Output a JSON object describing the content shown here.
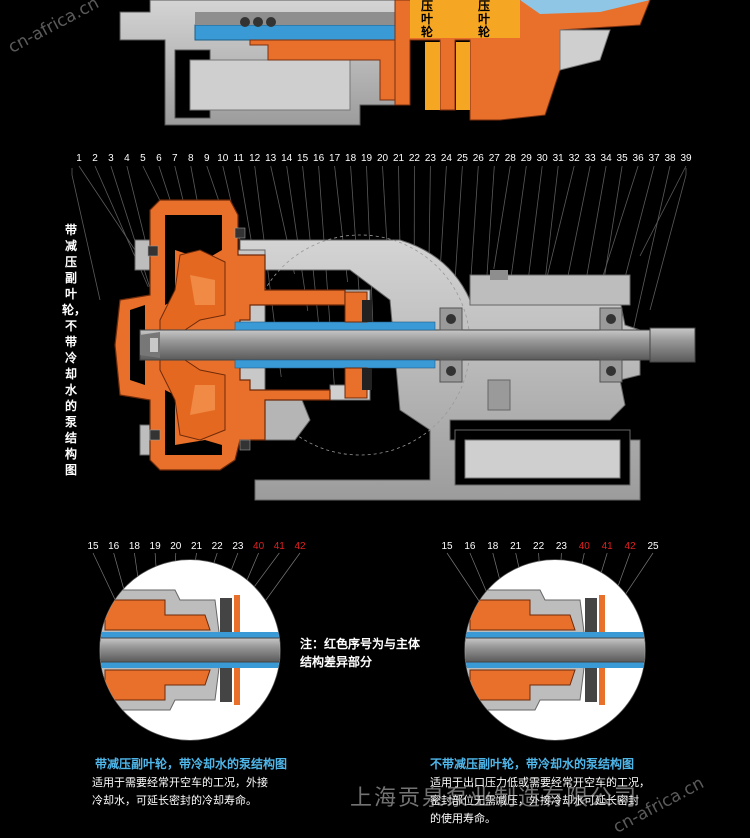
{
  "top_detail": {
    "impeller_label_1": "压叶轮",
    "impeller_label_2": "压叶轮"
  },
  "main_diagram": {
    "part_numbers": [
      "1",
      "2",
      "3",
      "4",
      "5",
      "6",
      "7",
      "8",
      "9",
      "10",
      "11",
      "12",
      "13",
      "14",
      "15",
      "16",
      "17",
      "18",
      "19",
      "20",
      "21",
      "22",
      "23",
      "24",
      "25",
      "26",
      "27",
      "28",
      "29",
      "30",
      "31",
      "32",
      "33",
      "34",
      "35",
      "36",
      "37",
      "38",
      "39"
    ],
    "side_caption": "带减压副叶轮，不带冷却水的泵结构图"
  },
  "detail_left": {
    "black_numbers": [
      "15",
      "16",
      "18",
      "19",
      "20",
      "21",
      "22",
      "23"
    ],
    "red_numbers": [
      "40",
      "41",
      "42"
    ],
    "title": "带减压副叶轮，带冷却水的泵结构图",
    "body_line1": "适用于需要经常开空车的工况，外接",
    "body_line2": "冷却水，可延长密封的冷却寿命。"
  },
  "detail_right": {
    "black_numbers": [
      "15",
      "16",
      "18",
      "21",
      "22",
      "23"
    ],
    "red_numbers": [
      "40",
      "41",
      "42"
    ],
    "extra_number": "25",
    "title": "不带减压副叶轮，带冷却水的泵结构图",
    "body_line1": "适用于出口压力低或需要经常开空车的工况，",
    "body_line2": "密封部位无需减压，外接冷却水可延长密封",
    "body_line3": "的使用寿命。"
  },
  "note": {
    "line1": "注：红色序号为与主体",
    "line2": "结构差异部分"
  },
  "watermarks": {
    "site_top_left": "cn-africa.cn",
    "site_top_right": "cn-africa.cn",
    "company": "上海贡泉泵业制造有限公司"
  },
  "colors": {
    "background": "#000000",
    "casing_orange": "#e8702a",
    "casing_gray": "#b8b8b8",
    "shaft_gray": "#8e8e8e",
    "sleeve_blue": "#3a9ad6",
    "title_blue": "#4fb6ea",
    "red_number": "#e02020"
  }
}
